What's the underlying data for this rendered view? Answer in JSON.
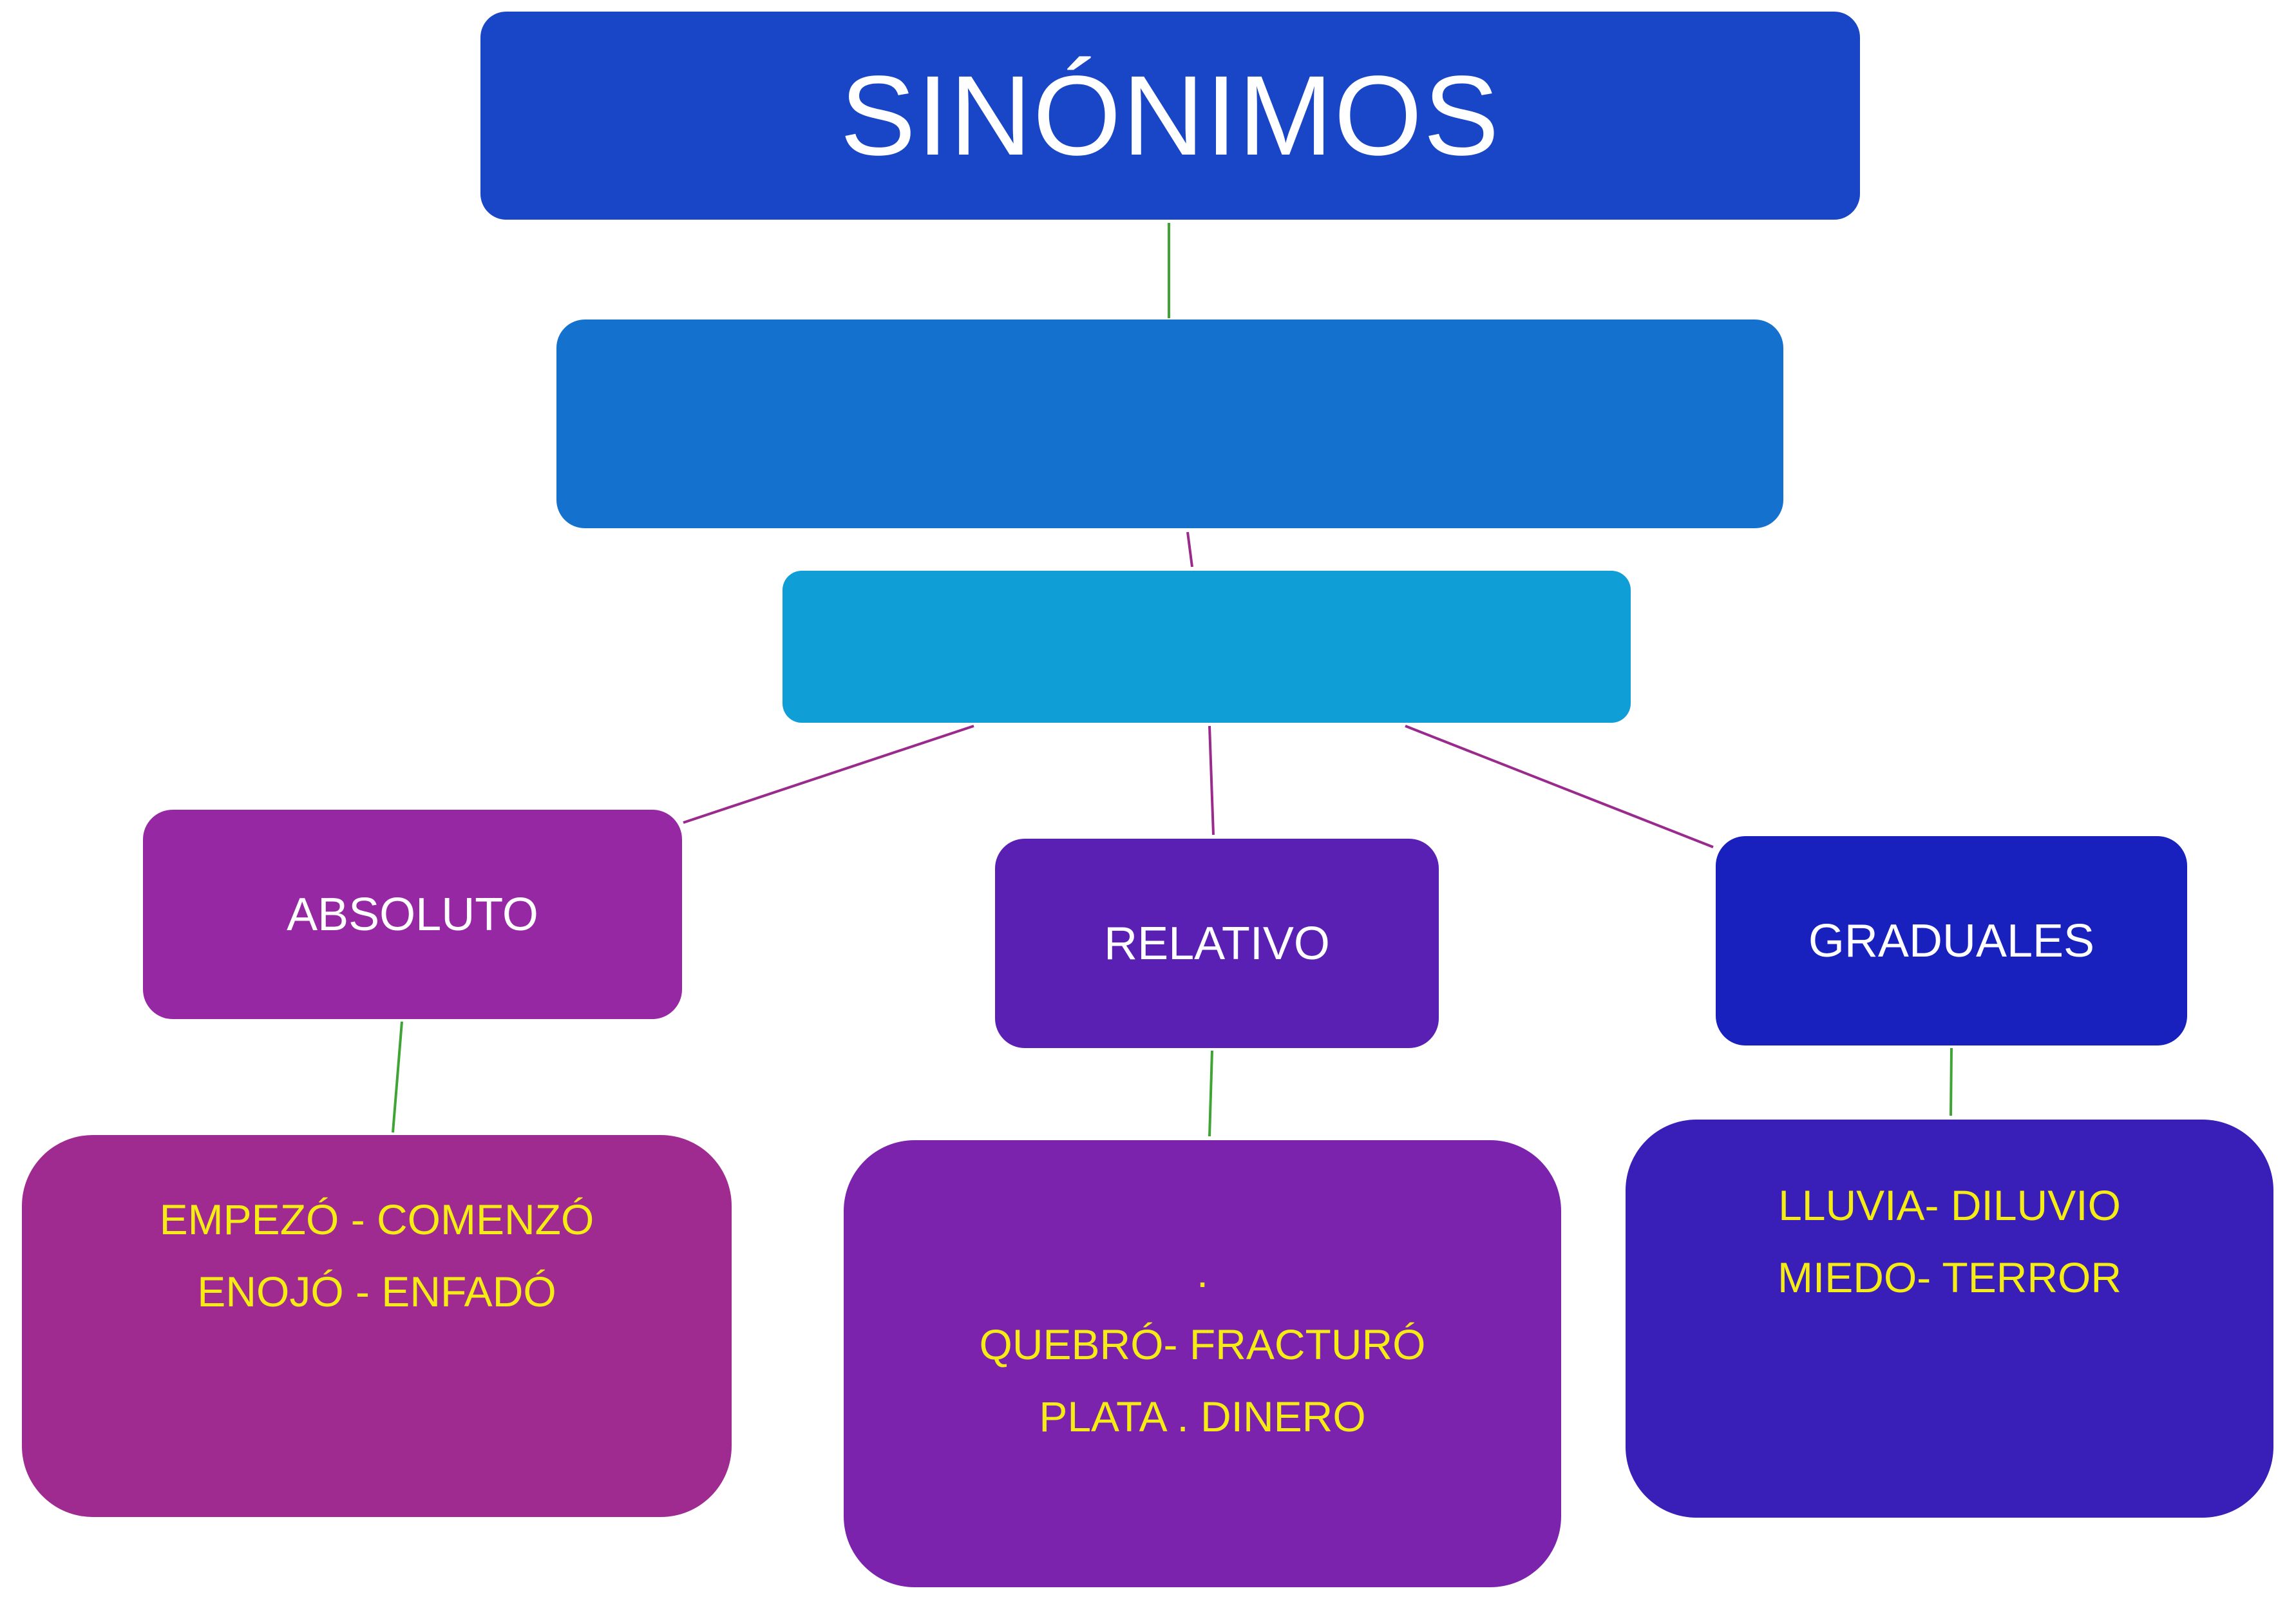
{
  "diagram": {
    "title": "SINÓNIMOS",
    "colors": {
      "title_box": "#1946c6",
      "second_box": "#1471ce",
      "third_box": "#0f9fd6",
      "absoluto_box": "#9629a3",
      "relativo_box": "#5a20b4",
      "graduales_box": "#1820be",
      "absoluto_examples_box": "#a02b90",
      "relativo_examples_box": "#7c23ad",
      "graduales_examples_box": "#3a1eb8",
      "example_text": "#f4ec14",
      "connector_green": "#3fa435",
      "connector_purple": "#9a2a8c"
    },
    "categories": [
      {
        "label": "ABSOLUTO",
        "examples": [
          "EMPEZÓ - COMENZÓ",
          "ENOJÓ - ENFADÓ"
        ]
      },
      {
        "label": "RELATIVO",
        "examples": [
          ".",
          "QUEBRÓ- FRACTURÓ",
          "PLATA . DINERO"
        ]
      },
      {
        "label": "GRADUALES",
        "examples": [
          "LLUVIA- DILUVIO",
          "MIEDO- TERROR"
        ]
      }
    ]
  }
}
